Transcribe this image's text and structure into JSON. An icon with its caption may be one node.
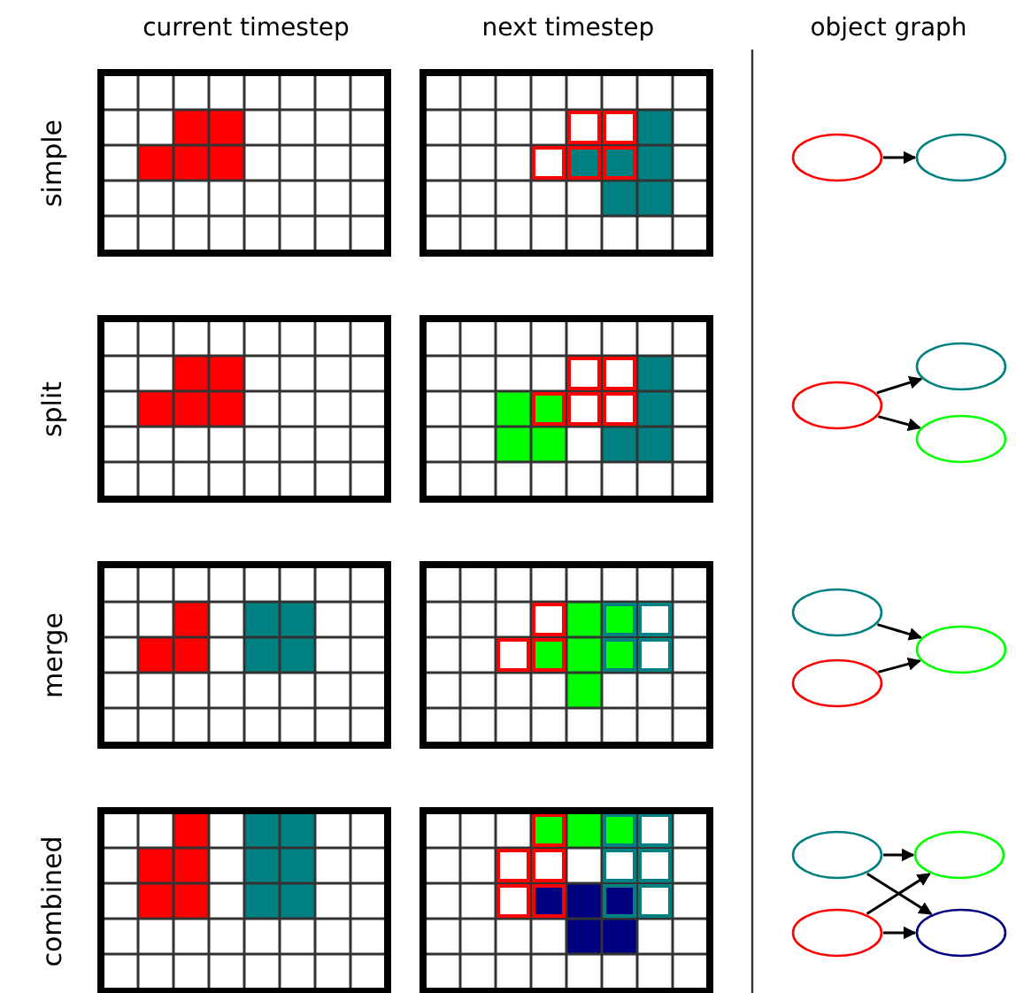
{
  "diagram": {
    "nodes": [
      {
        "text": [],
        "shape": "ellipse"
      },
      {
        "text": [],
        "shape": "ellipse"
      },
      {
        "text": [],
        "shape": "ellipse"
      },
      {
        "text": [],
        "shape": "ellipse"
      },
      {
        "text": [],
        "shape": "ellipse"
      },
      {
        "text": [],
        "shape": "ellipse"
      },
      {
        "text": [],
        "shape": "ellipse"
      },
      {
        "text": [],
        "shape": "ellipse"
      },
      {
        "text": [],
        "shape": "ellipse"
      },
      {
        "text": [],
        "shape": "ellipse"
      },
      {
        "text": [],
        "shape": "ellipse"
      },
      {
        "text": [],
        "shape": "ellipse"
      }
    ],
    "edges": [
      {
        "from": 0,
        "to": 1,
        "arrow": "to"
      },
      {
        "from": 2,
        "to": 3,
        "arrow": "to"
      },
      {
        "from": 2,
        "to": 4,
        "arrow": "to"
      },
      {
        "from": 5,
        "to": 6,
        "arrow": "to"
      },
      {
        "from": 7,
        "to": 6,
        "arrow": "to"
      },
      {
        "from": 8,
        "to": 9,
        "arrow": "to"
      },
      {
        "from": 8,
        "to": 11,
        "arrow": "to"
      },
      {
        "from": 10,
        "to": 9,
        "arrow": "to"
      },
      {
        "from": 10,
        "to": 11,
        "arrow": "to"
      }
    ],
    "labels": [
      "current timestep",
      "next timestep",
      "object graph",
      "simple",
      "split",
      "merge",
      "combined"
    ]
  }
}
